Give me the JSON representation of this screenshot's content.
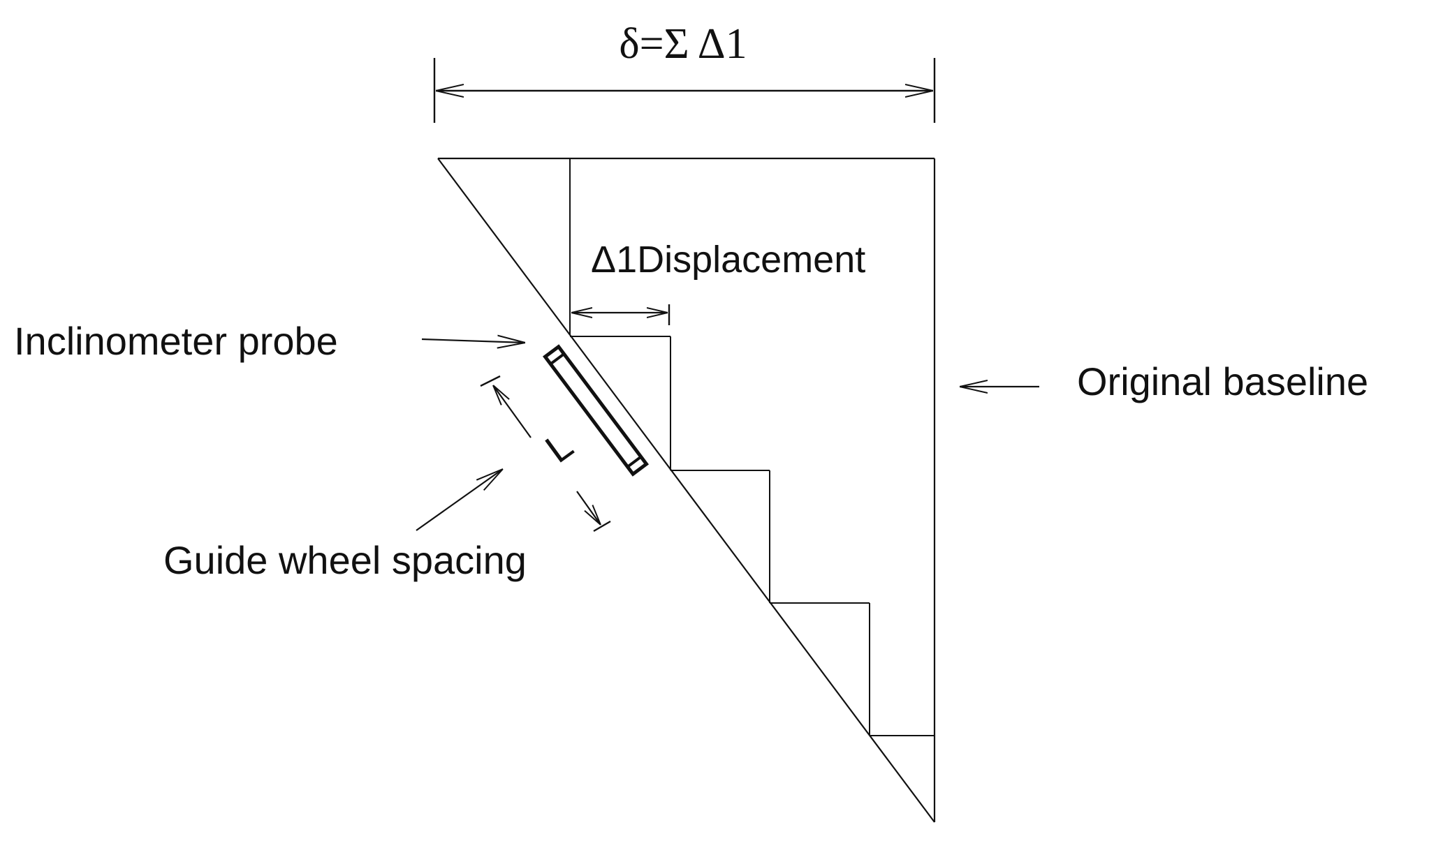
{
  "diagram": {
    "total_label": "δ=Σ Δ1",
    "displacement_label": "Δ1Displacement",
    "probe_label": "Inclinometer probe",
    "baseline_label": "Original baseline",
    "spacing_symbol": "L",
    "spacing_label": "Guide wheel spacing"
  },
  "colors": {
    "line": "#111111",
    "background": "#ffffff"
  }
}
